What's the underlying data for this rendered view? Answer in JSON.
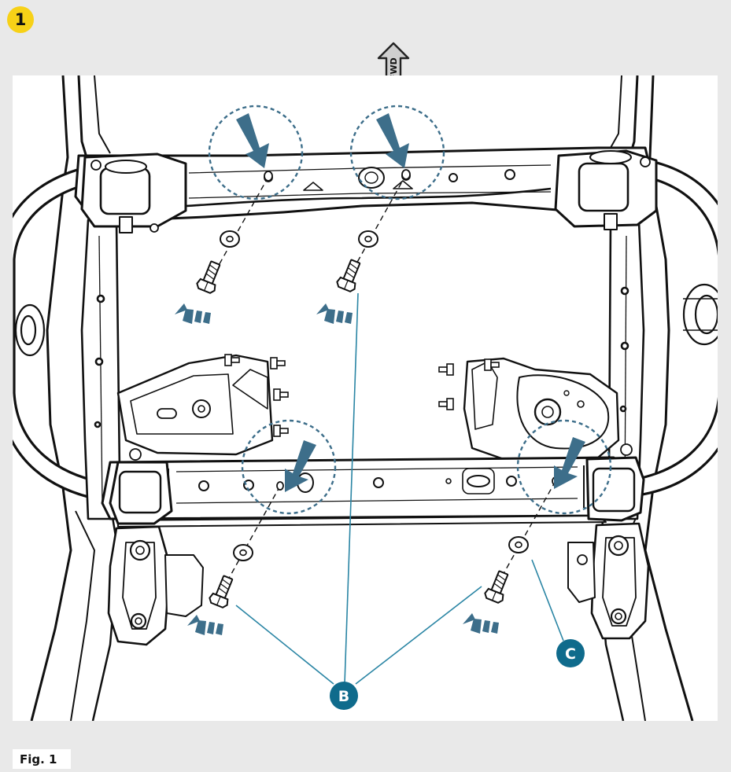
{
  "step_number": "1",
  "fwd_label": "FWD",
  "callouts": {
    "b": "B",
    "c": "C"
  },
  "caption": "Fig. 1",
  "colors": {
    "step_badge": "#f7d117",
    "callout": "#0f6b8c",
    "leader": "#2a85a4",
    "arrow": "#3d6e8a",
    "line": "#111111",
    "background": "#e9e9e9"
  }
}
